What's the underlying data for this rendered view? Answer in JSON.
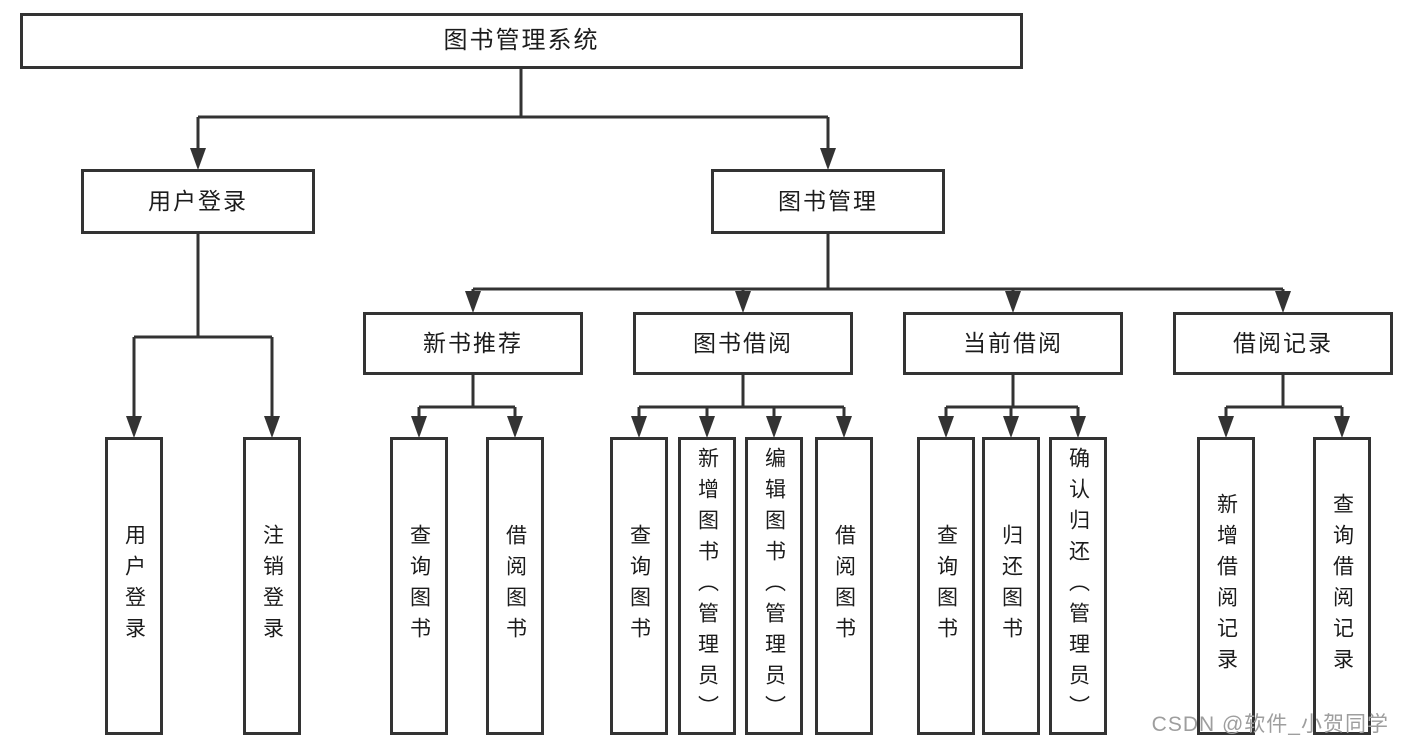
{
  "root": {
    "label": "图书管理系统"
  },
  "level2": [
    {
      "label": "用户登录"
    },
    {
      "label": "图书管理"
    }
  ],
  "level3": [
    {
      "label": "新书推荐",
      "parent": "图书管理"
    },
    {
      "label": "图书借阅",
      "parent": "图书管理"
    },
    {
      "label": "当前借阅",
      "parent": "图书管理"
    },
    {
      "label": "借阅记录",
      "parent": "图书管理"
    }
  ],
  "leaves": [
    {
      "label": "用户登录",
      "parent": "用户登录"
    },
    {
      "label": "注销登录",
      "parent": "用户登录"
    },
    {
      "label": "查询图书",
      "parent": "新书推荐"
    },
    {
      "label": "借阅图书",
      "parent": "新书推荐"
    },
    {
      "label": "查询图书",
      "parent": "图书借阅"
    },
    {
      "label": "新增图书（管理员）",
      "parent": "图书借阅"
    },
    {
      "label": "编辑图书（管理员）",
      "parent": "图书借阅"
    },
    {
      "label": "借阅图书",
      "parent": "图书借阅"
    },
    {
      "label": "查询图书",
      "parent": "当前借阅"
    },
    {
      "label": "归还图书",
      "parent": "当前借阅"
    },
    {
      "label": "确认归还（管理员）",
      "parent": "当前借阅"
    },
    {
      "label": "新增借阅记录",
      "parent": "借阅记录"
    },
    {
      "label": "查询借阅记录",
      "parent": "借阅记录"
    }
  ],
  "watermark": "CSDN @软件_小贺同学",
  "colors": {
    "line": "#333333",
    "text": "#1c1c1c",
    "watermark": "#9e9e9e",
    "background": "#ffffff"
  }
}
